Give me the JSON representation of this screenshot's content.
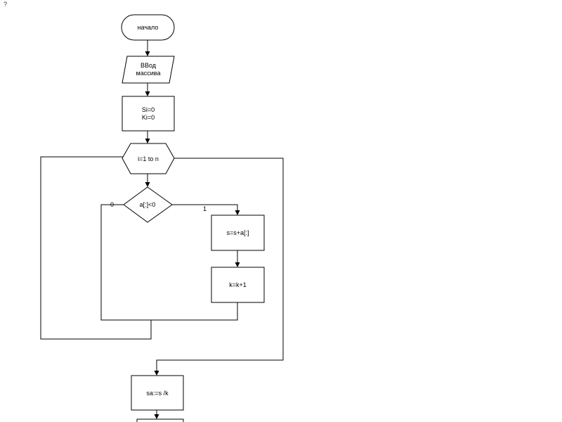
{
  "page": {
    "corner_mark": "?"
  },
  "flowchart": {
    "start": "начало",
    "input_line1": "ВВод",
    "input_line2": "массива",
    "init_line1": "Si=0",
    "init_line2": "Ki=0",
    "loop": "i=1 to n",
    "condition": "a[:]<0",
    "branch_false": "0",
    "branch_true": "1",
    "sum_step": "s=s+a[:]",
    "count_step": "k=k+1",
    "average": "sa:=s /k"
  },
  "colors": {
    "line": "#000000",
    "fill": "#ffffff",
    "background": "#ffffff"
  }
}
